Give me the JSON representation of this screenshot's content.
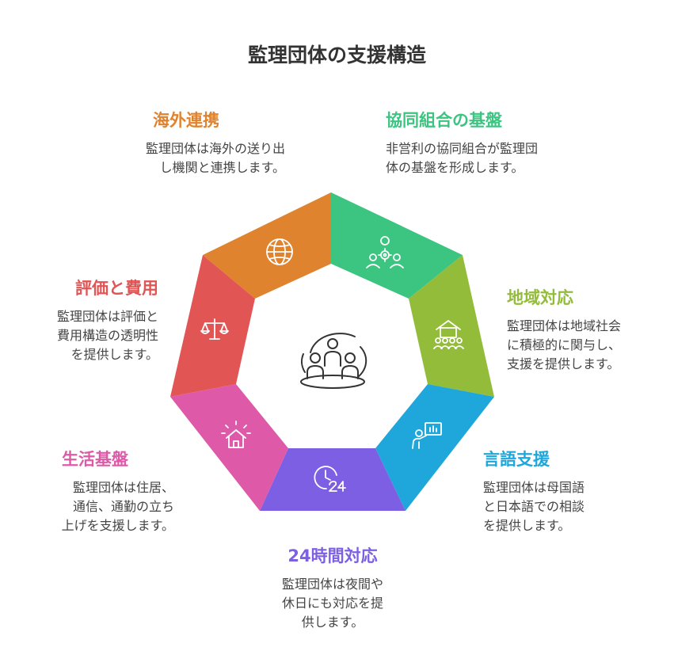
{
  "title": "監理団体の支援構造",
  "colors": {
    "orange": "#E0832F",
    "green": "#3CC481",
    "lime": "#93BC3A",
    "blue": "#1FA6DA",
    "purple": "#7C5FE3",
    "pink": "#DE5AA8",
    "red": "#E25555",
    "icon": "#ffffff",
    "center_icon": "#333333"
  },
  "sections": {
    "overseas": {
      "title": "海外連携",
      "desc": [
        "監理団体は海外の送り出",
        "し機関と連携します。"
      ],
      "icon": "globe-icon"
    },
    "cooperative": {
      "title": "協同組合の基盤",
      "desc": [
        "非営利の協同組合が監理団",
        "体の基盤を形成します。"
      ],
      "icon": "group-gear-icon"
    },
    "community": {
      "title": "地域対応",
      "desc": [
        "監理団体は地域社会",
        "に積極的に関与し、",
        "支援を提供します。"
      ],
      "icon": "community-building-icon"
    },
    "language": {
      "title": "言語支援",
      "desc": [
        "監理団体は母国語",
        "と日本語での相談",
        "を提供します。"
      ],
      "icon": "presenter-icon"
    },
    "support24": {
      "title": "24時間対応",
      "desc": [
        "監理団体は夜間や",
        "休日にも対応を提",
        "供します。"
      ],
      "icon": "clock-24-icon"
    },
    "living": {
      "title": "生活基盤",
      "desc": [
        "監理団体は住居、",
        "通信、通勤の立ち",
        "上げを支援します。"
      ],
      "icon": "house-icon"
    },
    "evaluation": {
      "title": "評価と費用",
      "desc": [
        "監理団体は評価と",
        "費用構造の透明性",
        "を提供します。"
      ],
      "icon": "scales-icon"
    }
  }
}
